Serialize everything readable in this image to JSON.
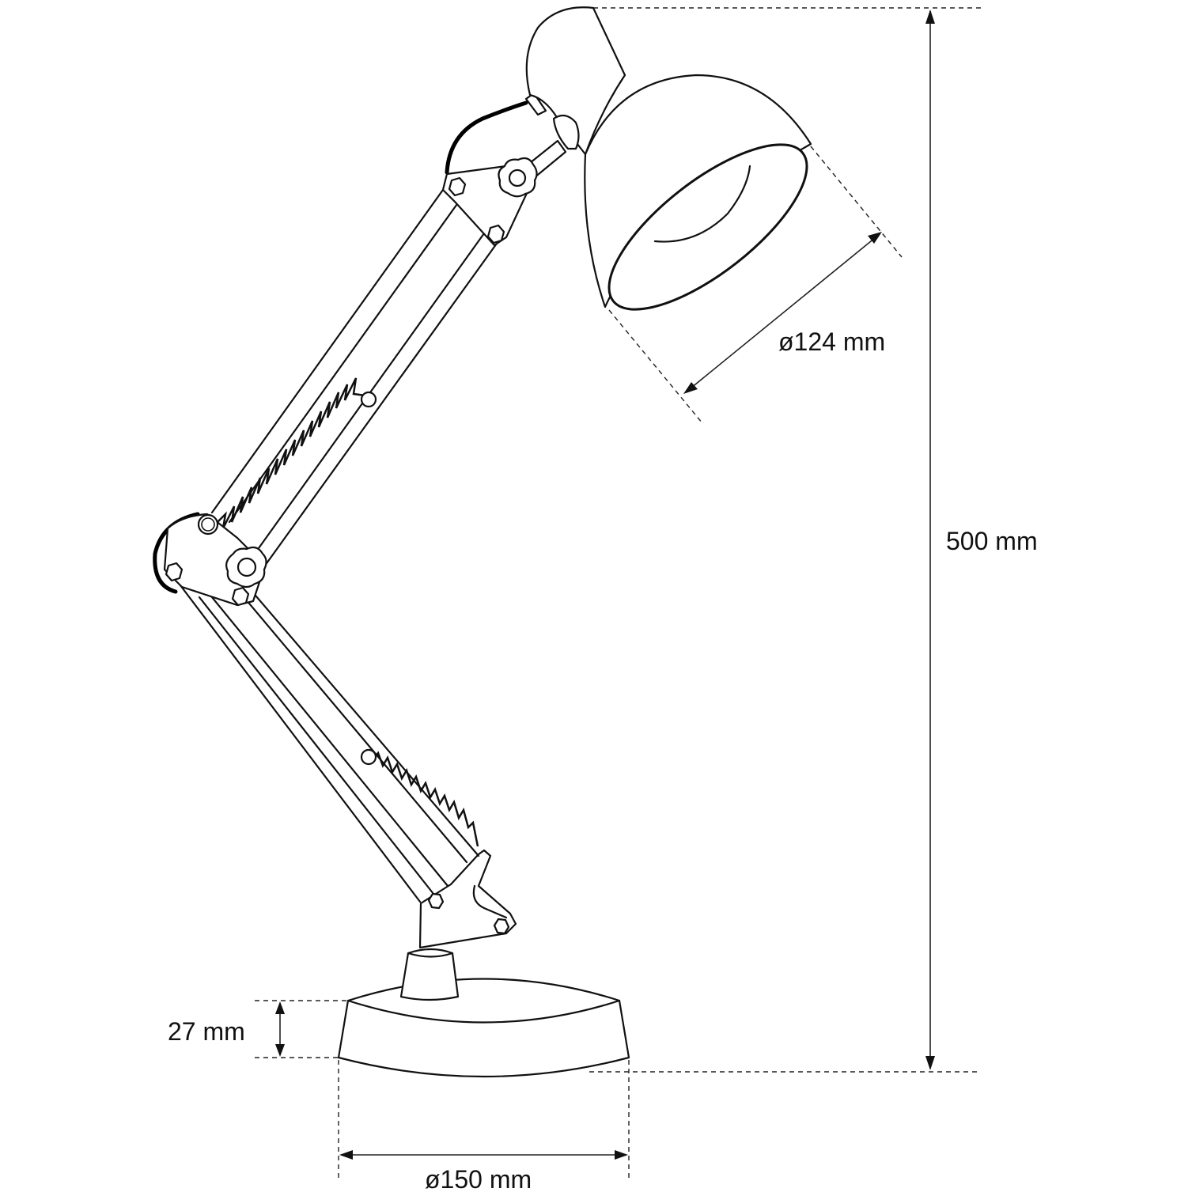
{
  "figure": {
    "subject": "adjustable desk lamp",
    "line_color": "#111111",
    "background": "#ffffff"
  },
  "dimensions": {
    "total_height": {
      "label": "500 mm",
      "value": 500,
      "unit": "mm"
    },
    "shade_diameter": {
      "label": "ø124 mm",
      "value": 124,
      "unit": "mm"
    },
    "base_height": {
      "label": "27 mm",
      "value": 27,
      "unit": "mm"
    },
    "base_diameter": {
      "label": "ø150 mm",
      "value": 150,
      "unit": "mm"
    }
  }
}
